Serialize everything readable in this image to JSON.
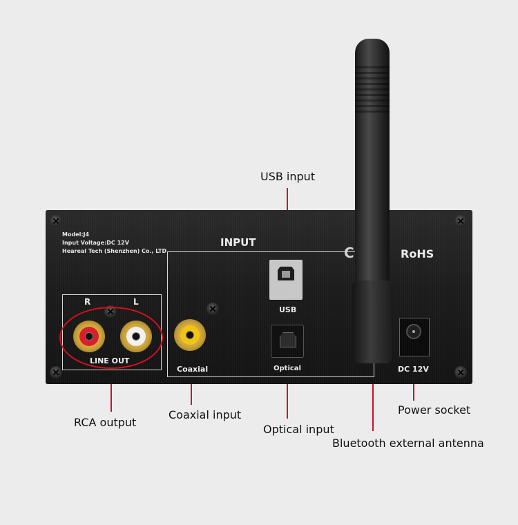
{
  "panel": {
    "model": "Model:J4",
    "voltage": "Input Voltage:DC 12V",
    "maker": "Heareal Tech (Shenzhen) Co., LTD",
    "input_title": "INPUT",
    "ce_mark": "CE",
    "rohs": "RoHS",
    "r": "R",
    "l": "L",
    "line_out": "LINE OUT",
    "coaxial": "Coaxial",
    "usb": "USB",
    "optical": "Optical",
    "dc": "DC 12V"
  },
  "callouts": {
    "usb_input": "USB input",
    "rca_output": "RCA output",
    "coaxial_input": "Coaxial input",
    "optical_input": "Optical input",
    "bluetooth_antenna": "Bluetooth external antenna",
    "power_socket": "Power socket"
  },
  "colors": {
    "leader": "#c8102e",
    "rca_right": "#d81e2a",
    "rca_left": "#f2f2f2",
    "coaxial": "#f1c40f"
  }
}
